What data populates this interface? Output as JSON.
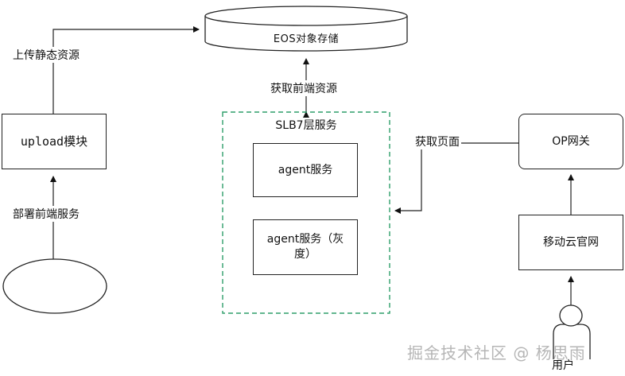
{
  "nodes": {
    "eos": "EOS对象存储",
    "upload": "upload模块",
    "slb": "SLB7层服务",
    "agent": "agent服务",
    "agent_gray": "agent服务（灰度）",
    "op": "OP网关",
    "mobile_cloud": "移动云官网",
    "user": "用户"
  },
  "edges": {
    "upload_static": "上传静态资源",
    "fetch_frontend": "获取前端资源",
    "deploy_frontend": "部署前端服务",
    "fetch_page": "获取页面"
  },
  "watermark": "掘金技术社区 @ 杨思雨"
}
